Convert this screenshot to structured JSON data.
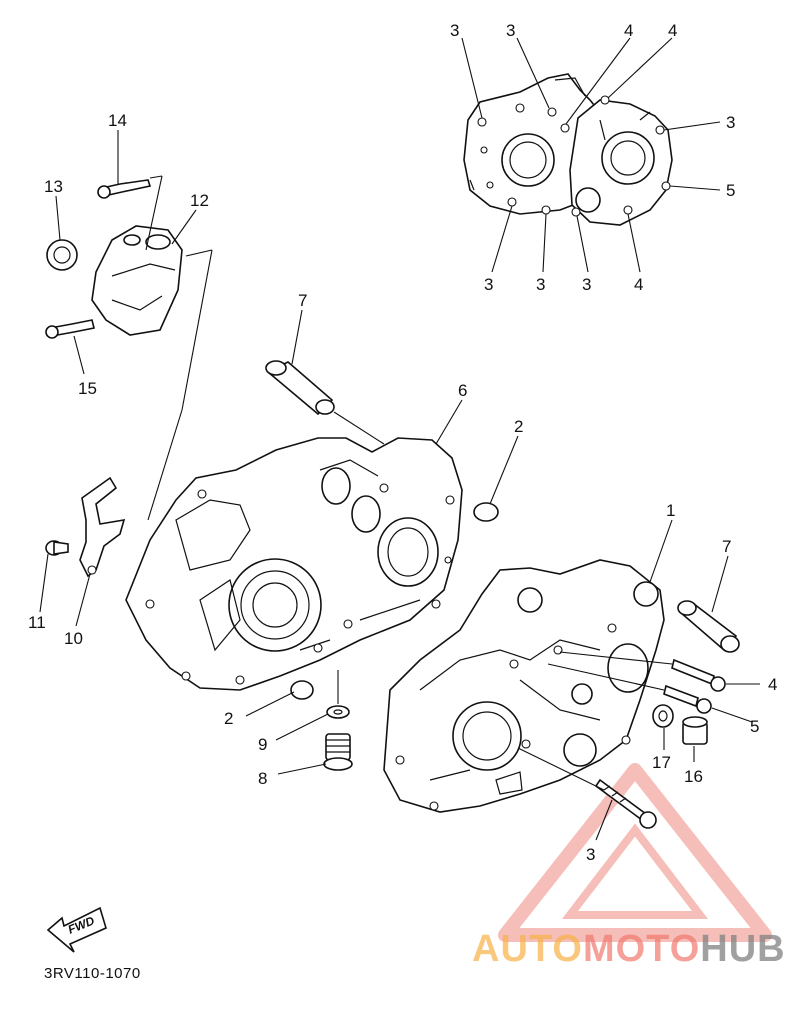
{
  "diagram": {
    "reference_code": "3RV110-1070",
    "fwd_label": "FWD",
    "callouts": [
      {
        "id": "c3a",
        "label": "3"
      },
      {
        "id": "c3b",
        "label": "3"
      },
      {
        "id": "c4a",
        "label": "4"
      },
      {
        "id": "c4b",
        "label": "4"
      },
      {
        "id": "c3c",
        "label": "3"
      },
      {
        "id": "c5a",
        "label": "5"
      },
      {
        "id": "c3d",
        "label": "3"
      },
      {
        "id": "c3e",
        "label": "3"
      },
      {
        "id": "c3f",
        "label": "3"
      },
      {
        "id": "c4c",
        "label": "4"
      },
      {
        "id": "c14",
        "label": "14"
      },
      {
        "id": "c13",
        "label": "13"
      },
      {
        "id": "c12",
        "label": "12"
      },
      {
        "id": "c15",
        "label": "15"
      },
      {
        "id": "c7a",
        "label": "7"
      },
      {
        "id": "c6",
        "label": "6"
      },
      {
        "id": "c2a",
        "label": "2"
      },
      {
        "id": "c1",
        "label": "1"
      },
      {
        "id": "c7b",
        "label": "7"
      },
      {
        "id": "c11",
        "label": "11"
      },
      {
        "id": "c10",
        "label": "10"
      },
      {
        "id": "c4d",
        "label": "4"
      },
      {
        "id": "c2b",
        "label": "2"
      },
      {
        "id": "c5b",
        "label": "5"
      },
      {
        "id": "c9",
        "label": "9"
      },
      {
        "id": "c17",
        "label": "17"
      },
      {
        "id": "c16",
        "label": "16"
      },
      {
        "id": "c8",
        "label": "8"
      },
      {
        "id": "c3g",
        "label": "3"
      }
    ]
  },
  "watermark": {
    "part1": "AUTO",
    "part2": "MOTO",
    "part3": "HUB",
    "triangle_color": "#f08a80"
  }
}
